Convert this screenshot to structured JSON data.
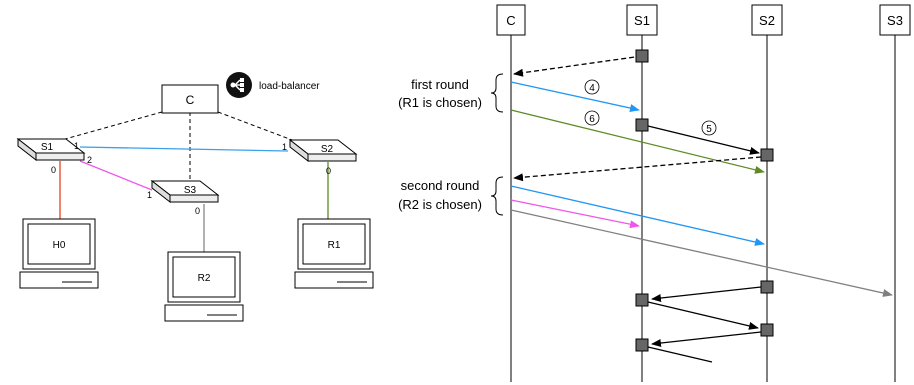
{
  "topology": {
    "controller": "C",
    "load_balancer_label": "load-balancer",
    "switches": [
      "S1",
      "S2",
      "S3"
    ],
    "hosts": [
      "H0",
      "R1",
      "R2"
    ],
    "ports": {
      "s1_to_s2": "1",
      "s1_to_s3": "2",
      "s1_to_h0": "0",
      "s2_to_s1": "1",
      "s2_to_r1": "0",
      "s3_to_s1": "1",
      "s3_to_r2": "0"
    },
    "colors": {
      "s1_s2_link": "#3aa0ea",
      "s1_s3_link": "#ef55e9",
      "s1_h0_link": "#e8431d",
      "s2_r1_link": "#5f8a25",
      "s3_r2_link": "#888888"
    }
  },
  "sequence": {
    "lanes": [
      "C",
      "S1",
      "S2",
      "S3"
    ],
    "rounds": [
      {
        "title": "first round",
        "note": "(R1 is chosen)"
      },
      {
        "title": "second round",
        "note": "(R2 is chosen)"
      }
    ],
    "step_labels": [
      "4",
      "5",
      "6"
    ],
    "colors": {
      "blue": "#2196f3",
      "green": "#5f8a25",
      "magenta": "#ef55e9",
      "gray": "#808080",
      "black": "#000000"
    }
  }
}
